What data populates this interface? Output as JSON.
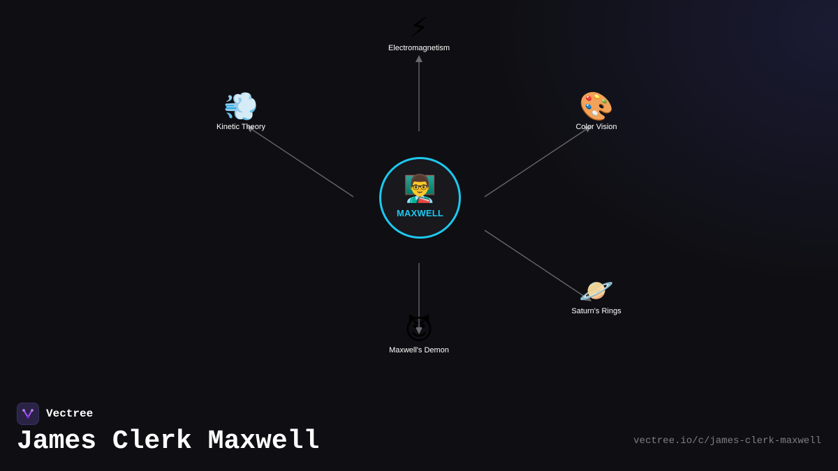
{
  "center": {
    "emoji": "👨‍🏫",
    "icon": "teacher-icon",
    "label": "MAXWELL",
    "color": "#1ec8ee"
  },
  "nodes": [
    {
      "id": "electromagnetism",
      "emoji": "⚡",
      "icon": "lightning-icon",
      "label": "Electromagnetism"
    },
    {
      "id": "kinetic-theory",
      "emoji": "💨",
      "icon": "dash-wind-icon",
      "label": "Kinetic Theory"
    },
    {
      "id": "color-vision",
      "emoji": "🎨",
      "icon": "palette-icon",
      "label": "Color Vision"
    },
    {
      "id": "saturns-rings",
      "emoji": "🪐",
      "icon": "ringed-planet-icon",
      "label": "Saturn's Rings"
    },
    {
      "id": "maxwells-demon",
      "emoji": "😈",
      "icon": "devil-face-icon",
      "label": "Maxwell's Demon"
    }
  ],
  "brand": {
    "name": "Vectree",
    "icon": "vectree-logo-icon",
    "accent": "#a855f7"
  },
  "title": "James Clerk Maxwell",
  "url": "vectree.io/c/james-clerk-maxwell",
  "colors": {
    "background": "#0f0f13",
    "edge": "#66666b",
    "url_text": "#7d7d85"
  }
}
